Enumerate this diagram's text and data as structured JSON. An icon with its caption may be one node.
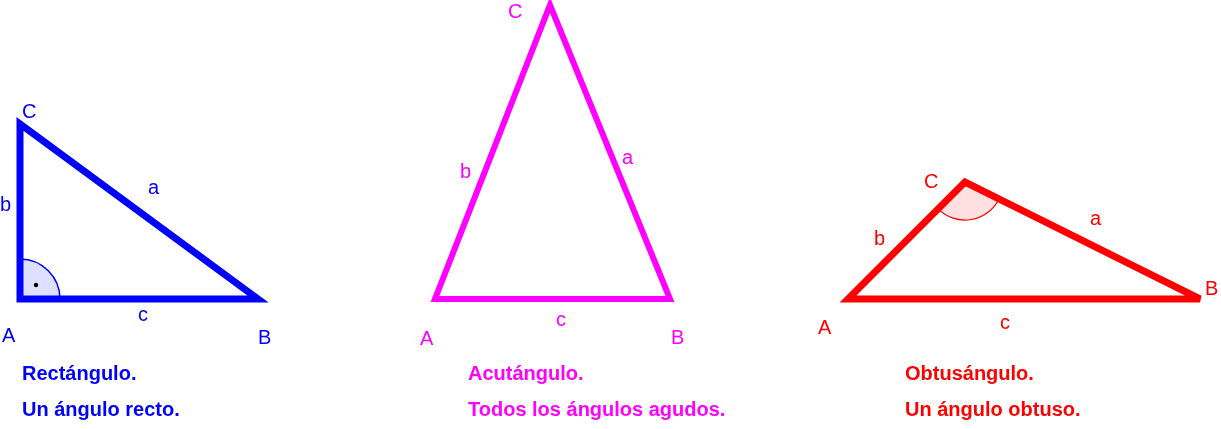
{
  "diagram": {
    "labels": [
      "C",
      "b",
      "a",
      "A",
      "c",
      "B",
      "Rectángulo.",
      "Un ángulo recto.",
      "C",
      "b",
      "a",
      "A",
      "c",
      "B",
      "Acutángulo.",
      "Todos los ángulos agudos.",
      "C",
      "b",
      "a",
      "A",
      "c",
      "B",
      "Obtusángulo.",
      "Un ángulo obtuso."
    ]
  }
}
